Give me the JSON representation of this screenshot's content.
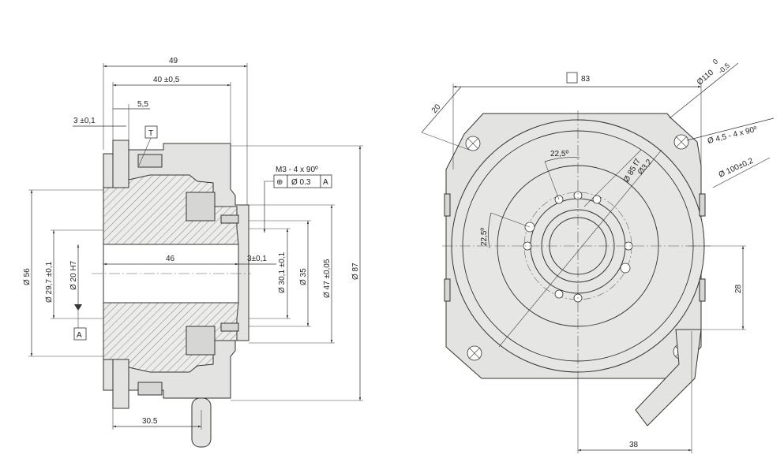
{
  "side_view": {
    "dim_49": "49",
    "dim_40": "40 ±0,5",
    "dim_5_5": "5,5",
    "dim_3": "3 ±0,1",
    "datum_T": "T",
    "dim_56": "Ø 56",
    "dim_29_7": "Ø 29,7  ±0,1",
    "dim_20": "Ø 20 H7",
    "datum_A": "A",
    "dim_46": "46",
    "dim_3b": "3±0,1",
    "dim_30_1": "Ø 30,1 ±0,1",
    "dim_35": "Ø 35",
    "dim_47": "Ø 47  ±0,05",
    "dim_87": "Ø 87",
    "dim_30_5": "30.5",
    "fcf_text": "M3  -  4 x 90º",
    "fcf_symbol": "⊕",
    "fcf_tol": "Ø 0.3",
    "fcf_datum": "A"
  },
  "front_view": {
    "dim_83": "83",
    "dim_20": "20",
    "dim_110": "Ø110",
    "dim_110_tol_upper": "0",
    "dim_110_tol_lower": "-0,5",
    "dim_4_5": "Ø 4,5  -  4 x 90º",
    "dim_100": "Ø 100±0,2",
    "dim_22_5_a": "22,5º",
    "dim_22_5_b": "22,5º",
    "dim_85": "Ø 85  f7",
    "dim_3_2": "Ø3,2",
    "dim_28": "28",
    "dim_38": "38"
  }
}
